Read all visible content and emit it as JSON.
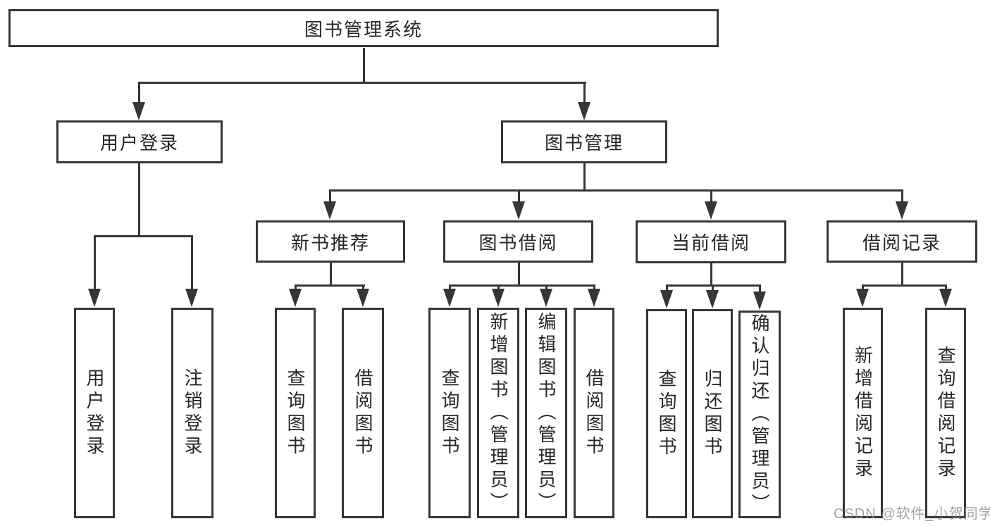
{
  "diagram": {
    "nodes": {
      "root": "图书管理系统",
      "user_login": "用户登录",
      "book_management": "图书管理",
      "new_book_recommendation": "新书推荐",
      "book_borrowing": "图书借阅",
      "current_borrowing": "当前借阅",
      "borrowing_records": "借阅记录",
      "leaf_user_login": "用户登录",
      "leaf_logout": "注销登录",
      "leaf_query_books_a": "查询图书",
      "leaf_borrow_books_a": "借阅图书",
      "leaf_query_books_b": "查询图书",
      "leaf_add_books_admin": "新增图书（管理员）",
      "leaf_edit_books_admin": "编辑图书（管理员）",
      "leaf_borrow_books_b": "借阅图书",
      "leaf_query_books_c": "查询图书",
      "leaf_return_books": "归还图书",
      "leaf_confirm_return_admin": "确认归还（管理员）",
      "leaf_add_borrow_record": "新增借阅记录",
      "leaf_query_borrow_record": "查询借阅记录"
    }
  },
  "watermark": {
    "text": "CSDN @软件_小贺同学"
  },
  "colors": {
    "line": "#363636",
    "text": "#262626",
    "background": "#ffffff",
    "watermark": "#8a8a8a"
  }
}
